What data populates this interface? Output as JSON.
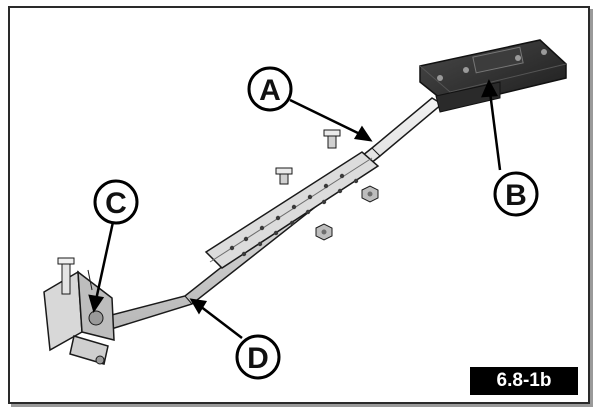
{
  "callouts": {
    "a": "A",
    "b": "B",
    "c": "C",
    "d": "D"
  },
  "figure_label": "6.8-1b",
  "colors": {
    "metal_light": "#e6e6e6",
    "metal_mid": "#bdbdbd",
    "metal_dark": "#6e6e6e",
    "block_dark": "#2b2b2b",
    "outline": "#1a1a1a"
  }
}
